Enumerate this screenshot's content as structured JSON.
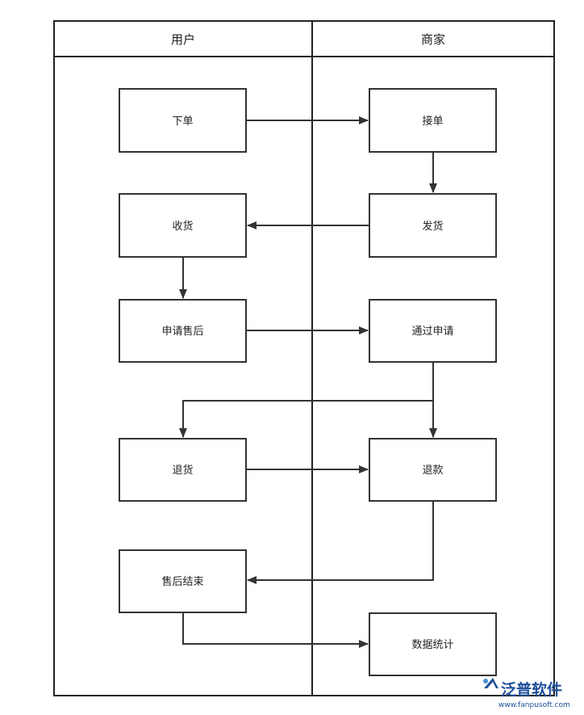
{
  "lanes": [
    {
      "id": "user",
      "title": "用户"
    },
    {
      "id": "merchant",
      "title": "商家"
    }
  ],
  "nodes": [
    {
      "id": "place_order",
      "label": "下单",
      "lane": "user"
    },
    {
      "id": "receive_goods",
      "label": "收货",
      "lane": "user"
    },
    {
      "id": "apply_aftersale",
      "label": "申请售后",
      "lane": "user"
    },
    {
      "id": "return_goods",
      "label": "退货",
      "lane": "user"
    },
    {
      "id": "aftersale_end",
      "label": "售后结束",
      "lane": "user"
    },
    {
      "id": "accept_order",
      "label": "接单",
      "lane": "merchant"
    },
    {
      "id": "ship_goods",
      "label": "发货",
      "lane": "merchant"
    },
    {
      "id": "approve_application",
      "label": "通过申请",
      "lane": "merchant"
    },
    {
      "id": "refund",
      "label": "退款",
      "lane": "merchant"
    },
    {
      "id": "data_statistics",
      "label": "数据统计",
      "lane": "merchant"
    }
  ],
  "edges": [
    {
      "from": "place_order",
      "to": "accept_order"
    },
    {
      "from": "accept_order",
      "to": "ship_goods"
    },
    {
      "from": "ship_goods",
      "to": "receive_goods"
    },
    {
      "from": "receive_goods",
      "to": "apply_aftersale"
    },
    {
      "from": "apply_aftersale",
      "to": "approve_application"
    },
    {
      "from": "approve_application",
      "to": "return_goods"
    },
    {
      "from": "approve_application",
      "to": "refund"
    },
    {
      "from": "return_goods",
      "to": "refund"
    },
    {
      "from": "refund",
      "to": "aftersale_end"
    },
    {
      "from": "aftersale_end",
      "to": "data_statistics"
    }
  ],
  "watermark": {
    "brand": "泛普软件",
    "url": "www.fanpusoft.com"
  },
  "colors": {
    "stroke": "#333333",
    "watermark": "#1f4f9a"
  }
}
